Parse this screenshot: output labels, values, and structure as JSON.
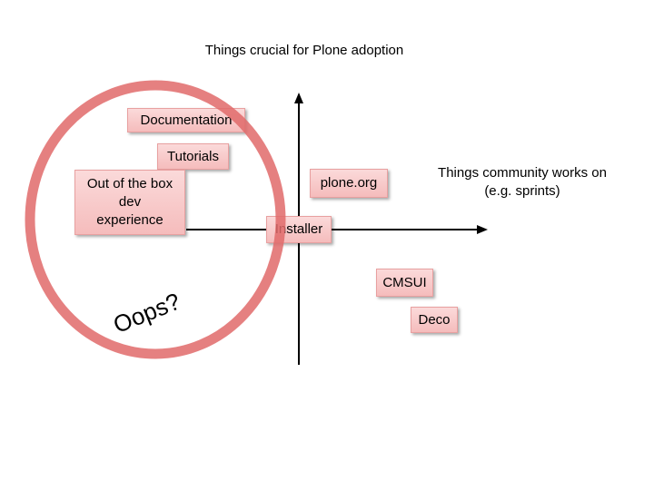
{
  "title": "Things crucial for Plone adoption",
  "x_axis_label": {
    "line1": "Things community works on",
    "line2": "(e.g. sprints)"
  },
  "boxes": {
    "documentation": "Documentation",
    "tutorials": "Tutorials",
    "ootb": {
      "line1": "Out of the box",
      "line2": "dev",
      "line3": "experience"
    },
    "plone_org": "plone.org",
    "installer": "Installer",
    "cmsui": "CMSUI",
    "deco": "Deco"
  },
  "annotation": "Oops?",
  "colors": {
    "circle": "#e06a6a",
    "box_fill": "#f7c6c6",
    "axis": "#000000"
  }
}
